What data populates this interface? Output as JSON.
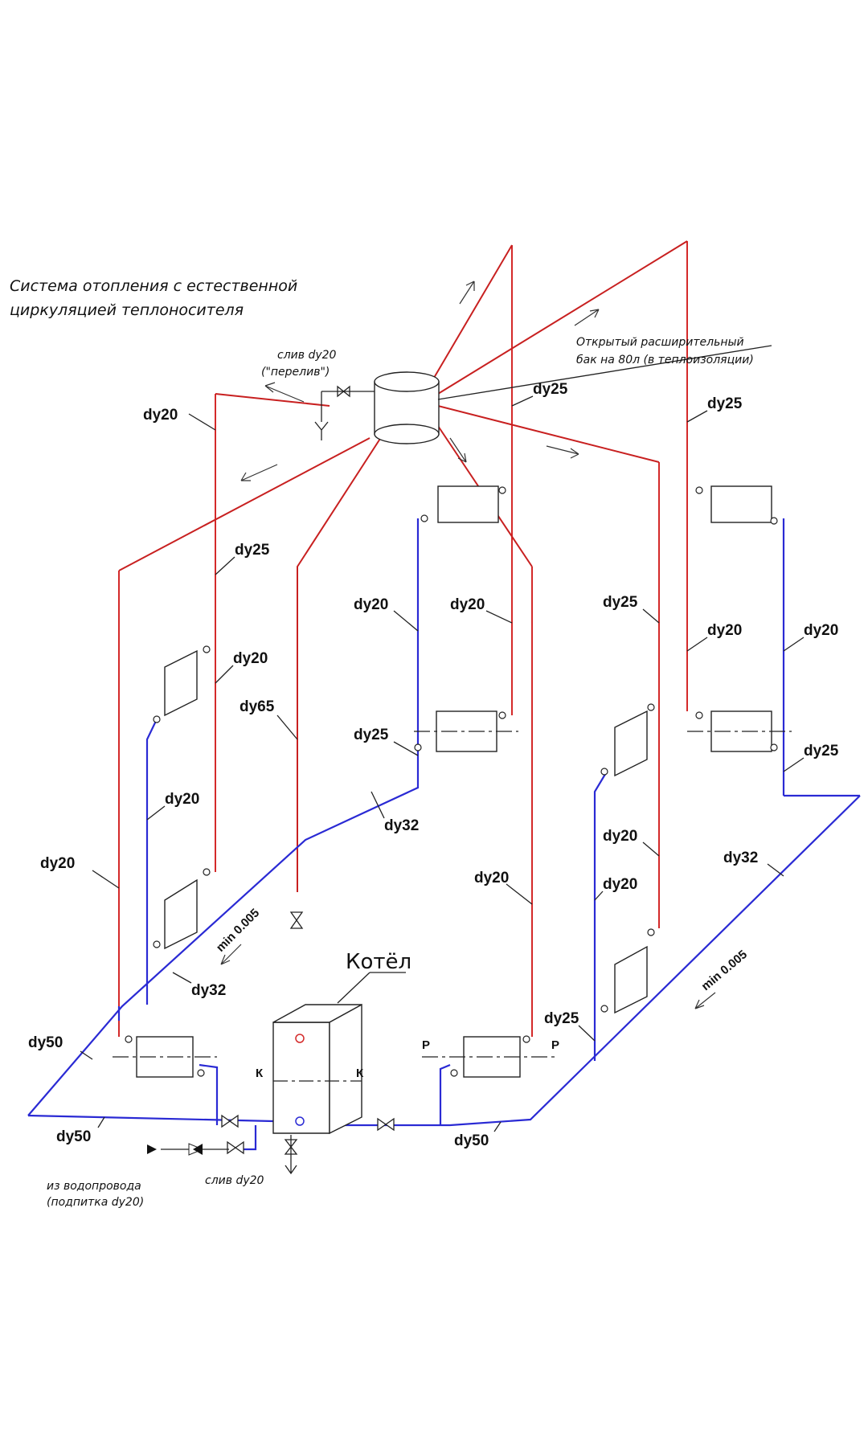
{
  "title": {
    "line1": "Система отопления с естественной",
    "line2": "циркуляцией теплоносителя"
  },
  "tank": {
    "label1": "Открытый расширительный",
    "label2": "бак на 80л (в теплоизоляции)",
    "overflow1": "слив dy20",
    "overflow2": "(\"перелив\")"
  },
  "boiler": {
    "label": "Котёл",
    "left_mark": "К",
    "right_mark": "К"
  },
  "supply": {
    "from1": "из водопровода",
    "from2": "(подпитка dy20)",
    "drain": "слив dy20"
  },
  "slopes": {
    "left": "min 0.005",
    "right": "min 0.005"
  },
  "pipe_labels": {
    "l1": "dy20",
    "l2": "dy25",
    "l3": "dy20",
    "l4": "dy65",
    "l5": "dy20",
    "l6": "dy20",
    "l7": "dy32",
    "l8": "dy50",
    "l9": "dy50",
    "l10": "dy20",
    "l11": "dy20",
    "l12": "dy25",
    "l13": "dy32",
    "l14": "dy25",
    "l15": "dy25",
    "l16": "dy25",
    "l17": "dy20",
    "l18": "dy20",
    "l19": "dy20",
    "l20": "dy20",
    "l21": "dy20",
    "l22": "dy25",
    "l23": "dy32",
    "l24": "dy25",
    "l25": "dy50"
  },
  "marks": {
    "p_left": "P",
    "p_right": "P"
  },
  "colors": {
    "supply": "#d42a2a",
    "return": "#2a2ad4",
    "lines": "#222222"
  }
}
